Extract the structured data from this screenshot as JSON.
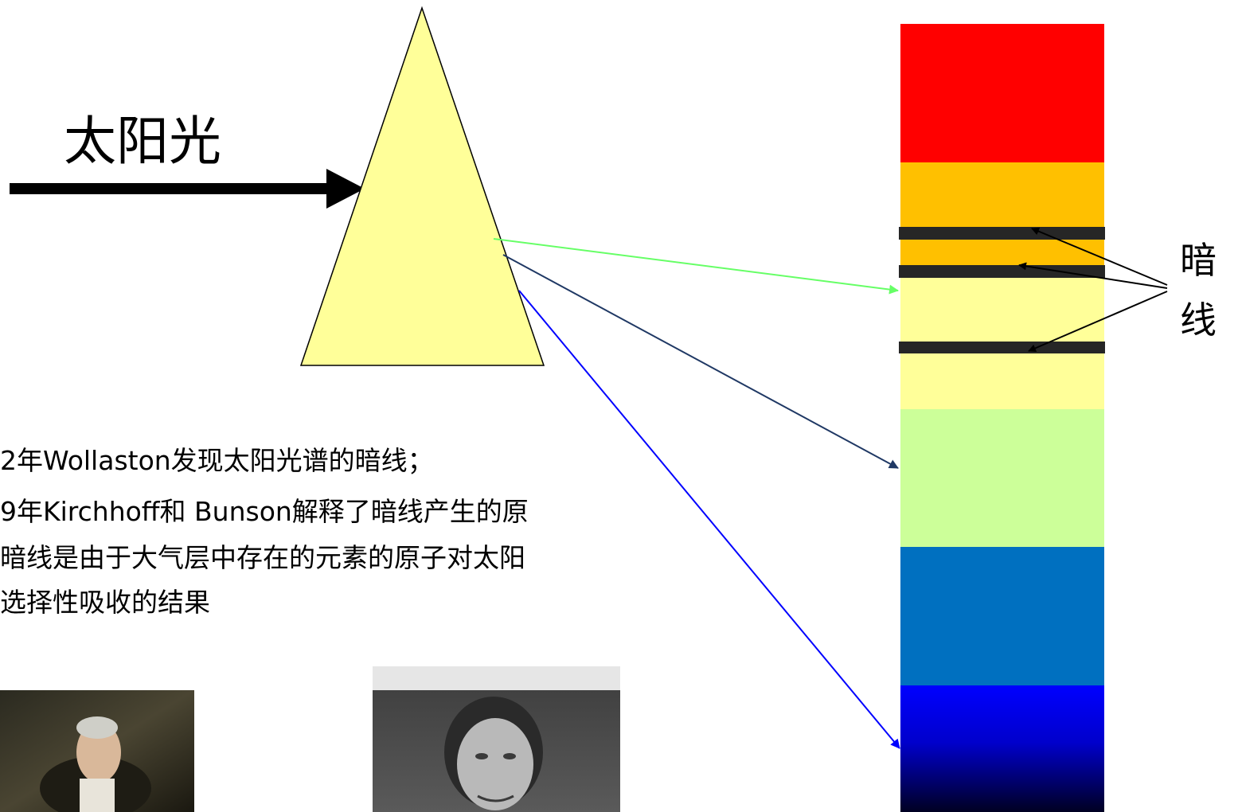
{
  "sunlight_label": "太阳光",
  "dark_line_label": [
    "暗",
    "线"
  ],
  "description_lines": [
    "2年Wollaston发现太阳光谱的暗线；",
    "9年Kirchhoff和 Bunson解释了暗线产生的原",
    "暗线是由于大气层中存在的元素的原子对太阳",
    "选择性吸收的结果"
  ],
  "colors": {
    "prism_fill": "#FFFF99",
    "red": "#FF0000",
    "orange": "#FFC000",
    "yellow": "#FFFF99",
    "light_green": "#CCFF99",
    "blue": "#0070C0",
    "deep_blue": "#0000FF",
    "dark_line": "#262626",
    "green_ray": "#66FF66",
    "navy_ray": "#1F3864",
    "blue_ray": "#0000FF"
  }
}
